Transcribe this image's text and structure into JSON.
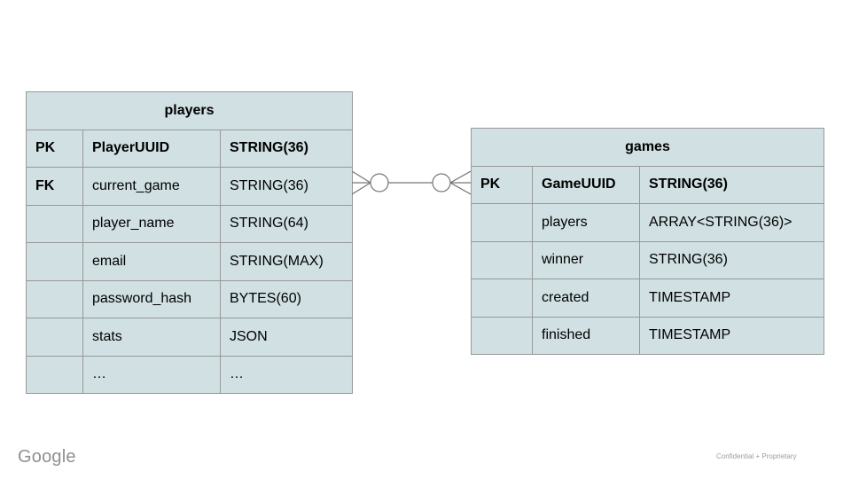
{
  "slide": {
    "footer": {
      "brand": "Google",
      "confidential": "Confidential + Proprietary"
    }
  },
  "colors": {
    "cell_fill": "#d0e0e3",
    "cell_border": "#999999",
    "connector_stroke": "#777777",
    "text": "#000000",
    "footer_text": "#8d9093"
  },
  "players": {
    "title": "players",
    "rows": [
      {
        "key": "PK",
        "name": "PlayerUUID",
        "type": "STRING(36)"
      },
      {
        "key": "FK",
        "name": "current_game",
        "type": "STRING(36)"
      },
      {
        "key": "",
        "name": "player_name",
        "type": "STRING(64)"
      },
      {
        "key": "",
        "name": "email",
        "type": "STRING(MAX)"
      },
      {
        "key": "",
        "name": "password_hash",
        "type": "BYTES(60)"
      },
      {
        "key": "",
        "name": "stats",
        "type": "JSON"
      },
      {
        "key": "",
        "name": "…",
        "type": "…"
      }
    ]
  },
  "games": {
    "title": "games",
    "rows": [
      {
        "key": "PK",
        "name": "GameUUID",
        "type": "STRING(36)"
      },
      {
        "key": "",
        "name": "players",
        "type": "ARRAY<STRING(36)>"
      },
      {
        "key": "",
        "name": "winner",
        "type": "STRING(36)"
      },
      {
        "key": "",
        "name": "created",
        "type": "TIMESTAMP"
      },
      {
        "key": "",
        "name": "finished",
        "type": "TIMESTAMP"
      }
    ]
  },
  "relationship": {
    "cardinality": "zero-or-many to zero-or-many",
    "from": "players.current_game",
    "to": "games.GameUUID"
  }
}
